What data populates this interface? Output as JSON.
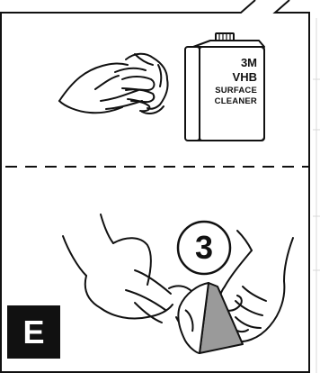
{
  "top_panel": {
    "can": {
      "brand": "3M",
      "product": "VHB",
      "line1": "SURFACE",
      "line2": "CLEANER"
    },
    "icons": [
      "hand-wiping-icon",
      "cloth-icon",
      "cleaner-can-icon"
    ]
  },
  "bottom_panel": {
    "step_number": "3",
    "step_letter": "E",
    "icons": [
      "hands-peeling-liner-icon",
      "adhesive-liner-icon"
    ]
  },
  "colors": {
    "ink": "#111111",
    "liner_gray": "#9a9a9a",
    "background": "#ffffff"
  }
}
